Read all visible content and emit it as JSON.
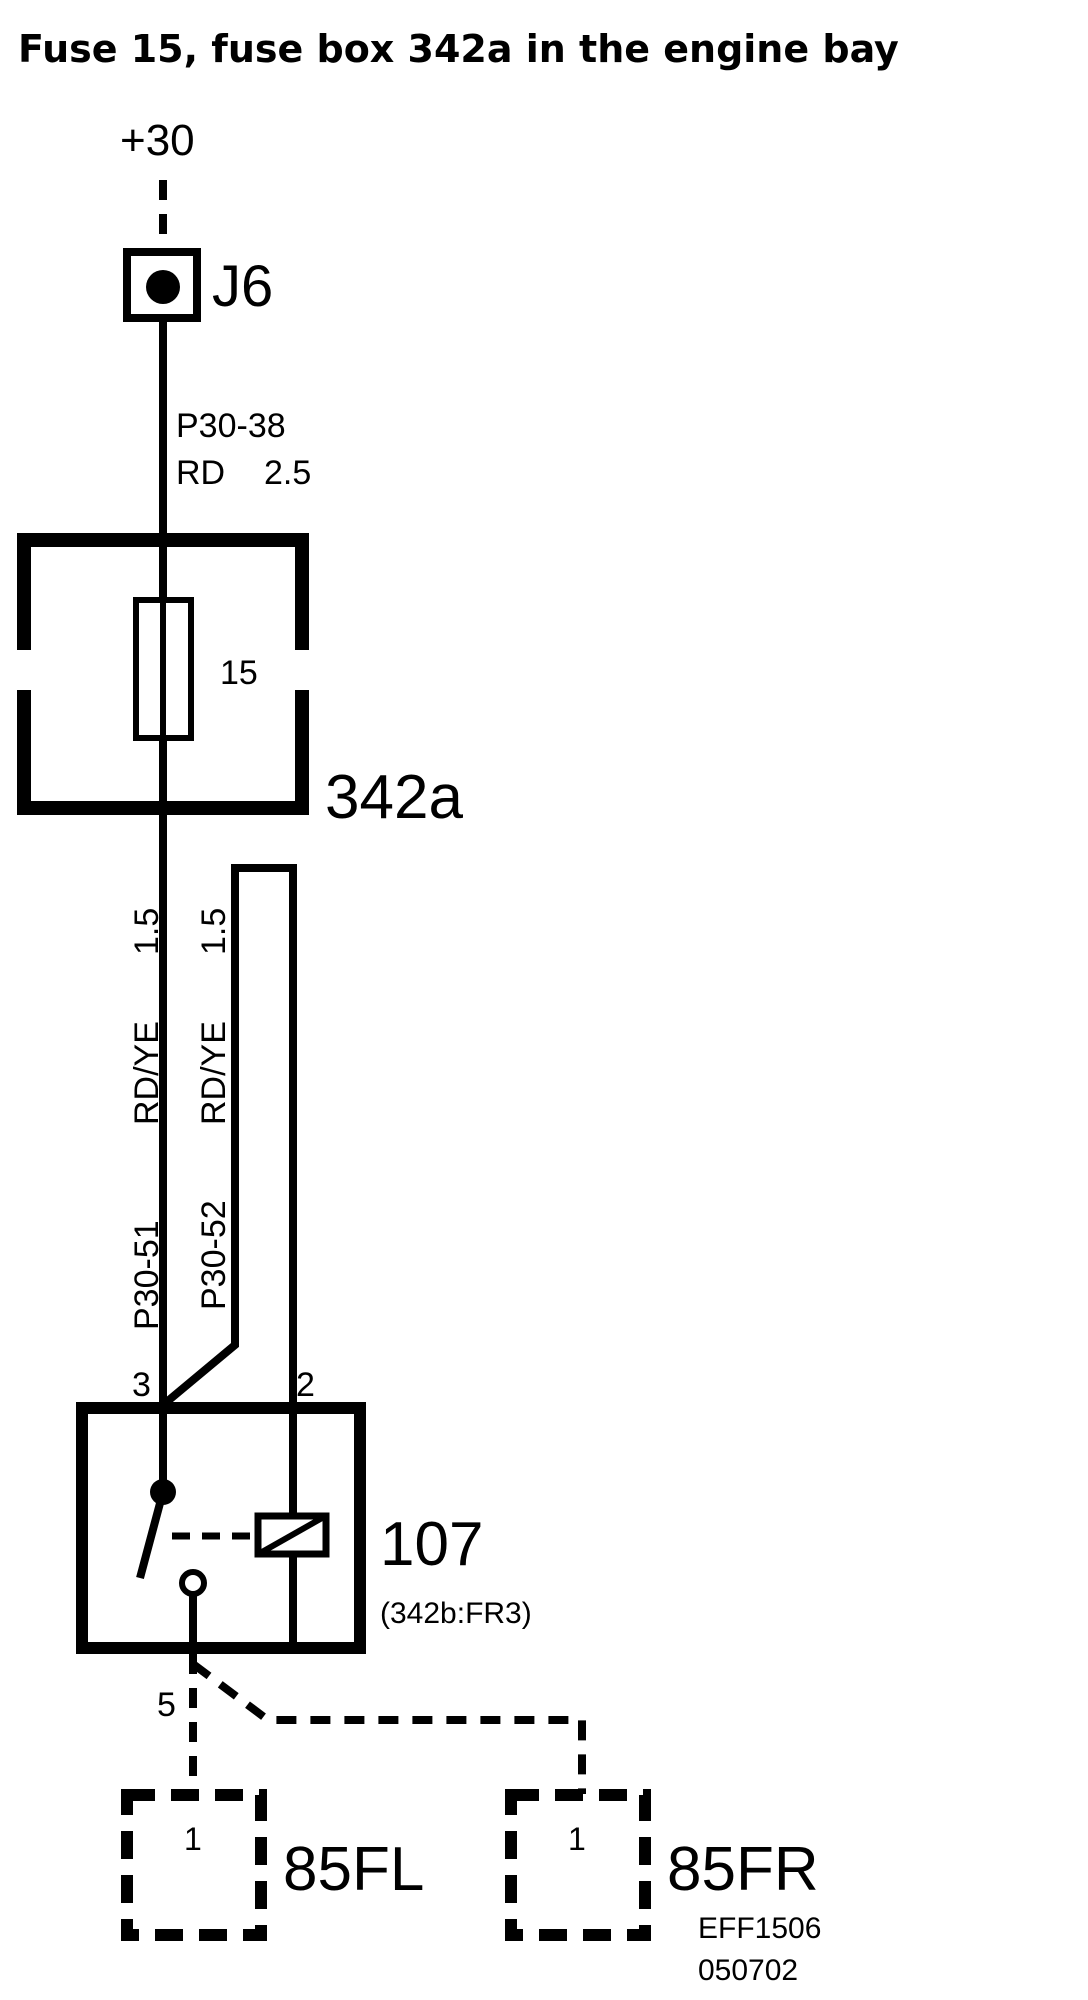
{
  "title": "Fuse 15, fuse box 342a in the engine bay",
  "supply": "+30",
  "connector": "J6",
  "wire_in": {
    "id": "P30-38",
    "color": "RD",
    "size": "2.5"
  },
  "fuse": {
    "number": "15",
    "box": "342a"
  },
  "wire_out_1": {
    "id": "P30-51",
    "color": "RD/YE",
    "size": "1.5"
  },
  "wire_out_2": {
    "id": "P30-52",
    "color": "RD/YE",
    "size": "1.5"
  },
  "relay": {
    "id": "107",
    "location": "(342b:FR3)",
    "pin_3": "3",
    "pin_2": "2",
    "pin_5": "5"
  },
  "load_left": {
    "id": "85FL",
    "pin": "1"
  },
  "load_right": {
    "id": "85FR",
    "pin": "1"
  },
  "ref_code": "EFF1506",
  "ref_date": "050702"
}
